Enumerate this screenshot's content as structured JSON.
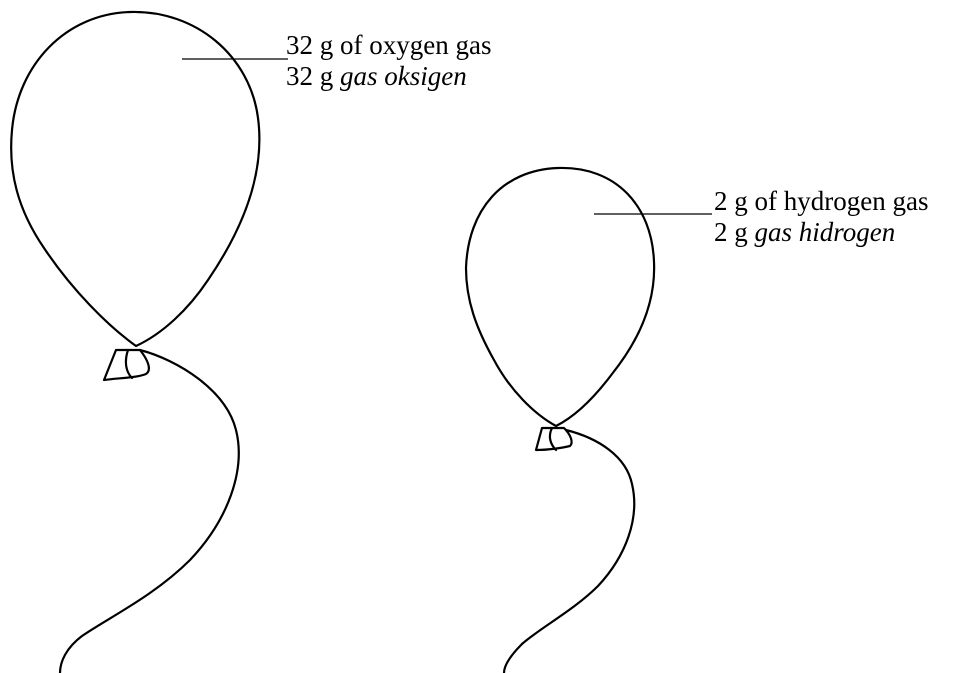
{
  "balloons": [
    {
      "id": "oxygen",
      "label_line1": "32 g of oxygen gas",
      "label_line2_qty": "32 g ",
      "label_line2_italic": "gas oksigen"
    },
    {
      "id": "hydrogen",
      "label_line1": "2 g of hydrogen gas",
      "label_line2_qty": "2 g ",
      "label_line2_italic": "gas hidrogen"
    }
  ],
  "colors": {
    "line": "#000000",
    "background": "#ffffff"
  }
}
